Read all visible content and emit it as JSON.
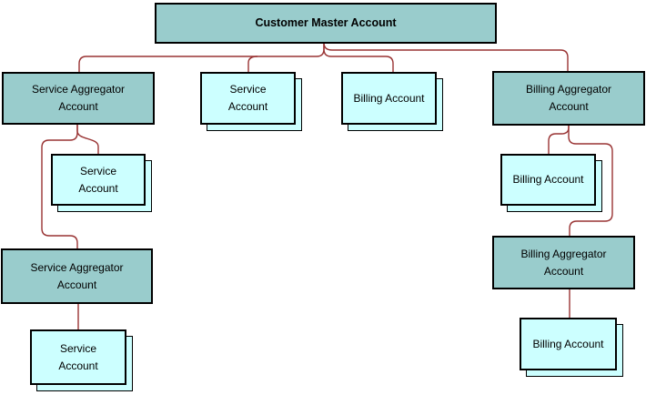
{
  "colors": {
    "background": "#ffffff",
    "node_fill_teal": "#99cccc",
    "node_fill_cyan": "#ccffff",
    "node_border": "#000000",
    "connector": "#993333",
    "text": "#000000"
  },
  "diagram": {
    "type": "hierarchy",
    "nodes": [
      {
        "id": "customer-master-account",
        "label": "Customer Master Account",
        "style": "aggregator",
        "emphasis": "bold"
      },
      {
        "id": "service-aggregator-account-1",
        "label": "Service Aggregator\nAccount",
        "style": "aggregator"
      },
      {
        "id": "service-account-1",
        "label": "Service\nAccount",
        "style": "stacked"
      },
      {
        "id": "billing-account-1",
        "label": "Billing Account",
        "style": "stacked"
      },
      {
        "id": "billing-aggregator-account-1",
        "label": "Billing Aggregator\nAccount",
        "style": "aggregator"
      },
      {
        "id": "service-account-2",
        "label": "Service\nAccount",
        "style": "stacked"
      },
      {
        "id": "billing-account-2",
        "label": "Billing Account",
        "style": "stacked"
      },
      {
        "id": "service-aggregator-account-2",
        "label": "Service Aggregator\nAccount",
        "style": "aggregator"
      },
      {
        "id": "billing-aggregator-account-2",
        "label": "Billing Aggregator\nAccount",
        "style": "aggregator"
      },
      {
        "id": "service-account-3",
        "label": "Service\nAccount",
        "style": "stacked"
      },
      {
        "id": "billing-account-3",
        "label": "Billing Account",
        "style": "stacked"
      }
    ],
    "edges": [
      {
        "from": "customer-master-account",
        "to": "service-aggregator-account-1"
      },
      {
        "from": "customer-master-account",
        "to": "service-account-1"
      },
      {
        "from": "customer-master-account",
        "to": "billing-account-1"
      },
      {
        "from": "customer-master-account",
        "to": "billing-aggregator-account-1"
      },
      {
        "from": "service-aggregator-account-1",
        "to": "service-account-2"
      },
      {
        "from": "service-aggregator-account-1",
        "to": "service-aggregator-account-2"
      },
      {
        "from": "service-aggregator-account-2",
        "to": "service-account-3"
      },
      {
        "from": "billing-aggregator-account-1",
        "to": "billing-account-2"
      },
      {
        "from": "billing-aggregator-account-1",
        "to": "billing-aggregator-account-2"
      },
      {
        "from": "billing-aggregator-account-2",
        "to": "billing-account-3"
      }
    ]
  }
}
